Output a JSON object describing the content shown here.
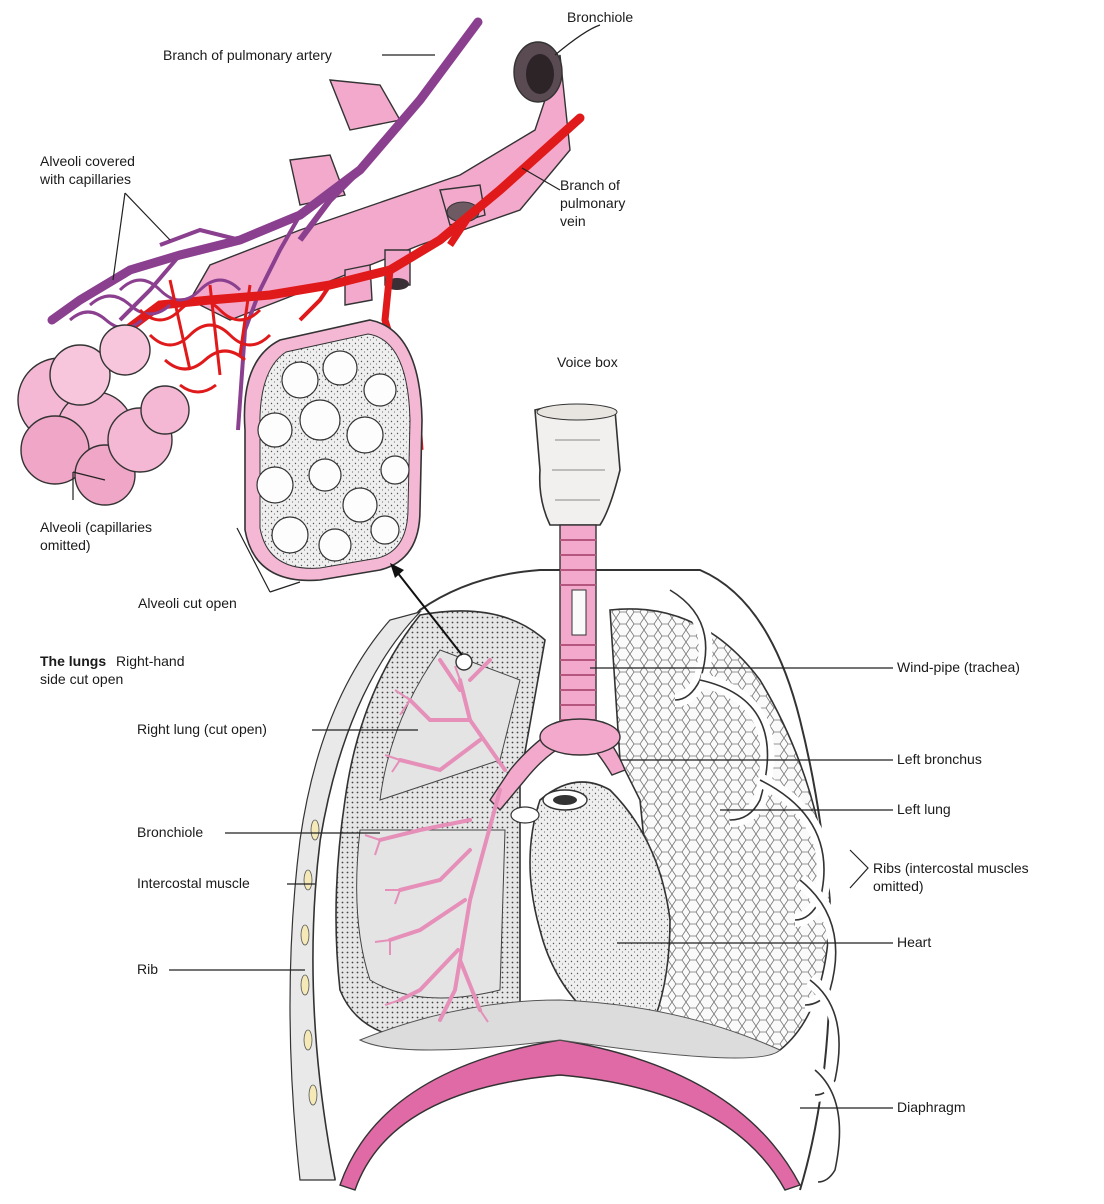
{
  "title": {
    "bold": "The lungs",
    "rest": "Right-hand",
    "line2": "side cut open"
  },
  "labels": {
    "bronchiole_top": "Bronchiole",
    "pulmonary_artery": "Branch of pulmonary artery",
    "alveoli_capillaries_1": "Alveoli covered",
    "alveoli_capillaries_2": "with capillaries",
    "pulmonary_vein_1": "Branch of",
    "pulmonary_vein_2": "pulmonary",
    "pulmonary_vein_3": "vein",
    "voice_box": "Voice box",
    "alveoli_omitted_1": "Alveoli (capillaries",
    "alveoli_omitted_2": "omitted)",
    "alveoli_cut_open": "Alveoli cut open",
    "windpipe": "Wind-pipe (trachea)",
    "right_lung": "Right lung (cut open)",
    "left_bronchus": "Left bronchus",
    "left_lung": "Left lung",
    "bronchiole_lower": "Bronchiole",
    "ribs_1": "Ribs (intercostal muscles",
    "ribs_2": "omitted)",
    "intercostal_muscle": "Intercostal muscle",
    "heart": "Heart",
    "rib": "Rib",
    "diaphragm": "Diaphragm"
  },
  "colors": {
    "airway_pink": "#f2a9cc",
    "airway_dark": "#d77aa8",
    "artery_purple": "#8b3f8f",
    "vein_red": "#e01a1a",
    "alveolus_pink": "#f4b8d4",
    "tissue_grey": "#ececec",
    "diaphragm_pink": "#e06aa5"
  }
}
